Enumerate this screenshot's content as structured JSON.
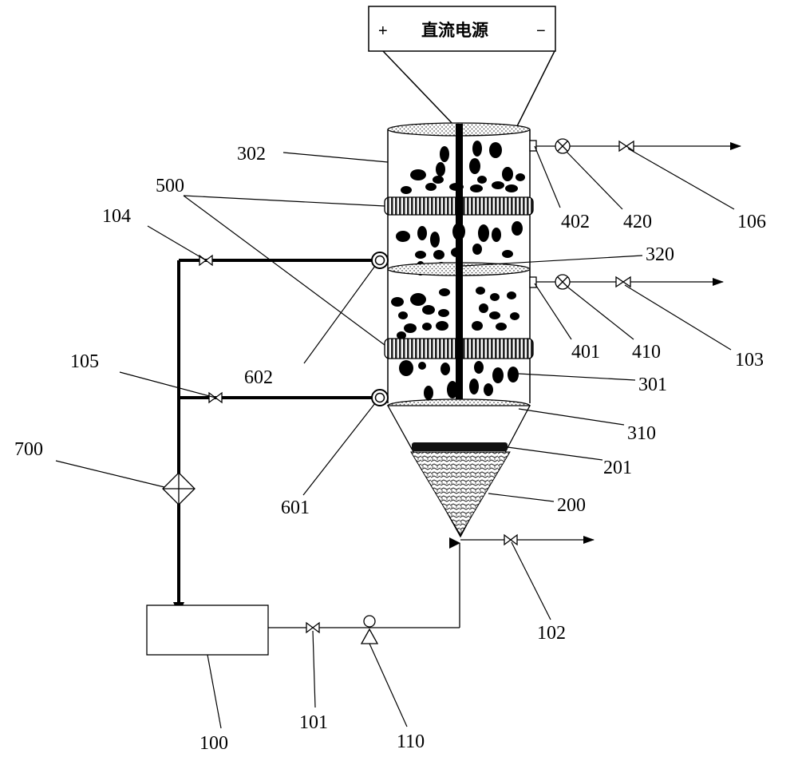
{
  "power_supply": {
    "label": "直流电源",
    "positive": "+",
    "negative": "−"
  },
  "labels": {
    "l100": "100",
    "l101": "101",
    "l102": "102",
    "l103": "103",
    "l104": "104",
    "l105": "105",
    "l106": "106",
    "l110": "110",
    "l200": "200",
    "l201": "201",
    "l301": "301",
    "l302": "302",
    "l310": "310",
    "l320": "320",
    "l401": "401",
    "l402": "402",
    "l410": "410",
    "l420": "420",
    "l500": "500",
    "l601": "601",
    "l602": "602",
    "l700": "700"
  }
}
